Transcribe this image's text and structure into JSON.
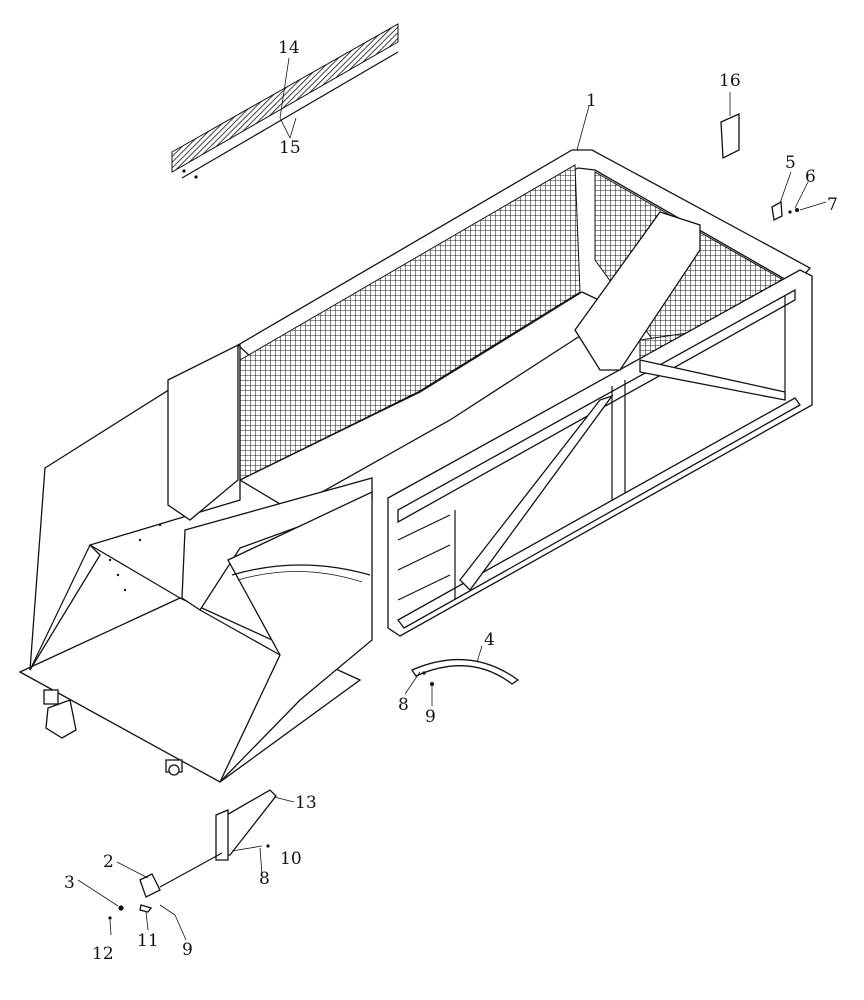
{
  "diagram": {
    "callouts": [
      {
        "id": "1",
        "text": "1"
      },
      {
        "id": "2",
        "text": "2"
      },
      {
        "id": "3",
        "text": "3"
      },
      {
        "id": "4",
        "text": "4"
      },
      {
        "id": "5",
        "text": "5"
      },
      {
        "id": "6",
        "text": "6"
      },
      {
        "id": "7",
        "text": "7"
      },
      {
        "id": "8a",
        "text": "8"
      },
      {
        "id": "8b",
        "text": "8"
      },
      {
        "id": "9a",
        "text": "9"
      },
      {
        "id": "9b",
        "text": "9"
      },
      {
        "id": "10",
        "text": "10"
      },
      {
        "id": "11",
        "text": "11"
      },
      {
        "id": "12",
        "text": "12"
      },
      {
        "id": "13",
        "text": "13"
      },
      {
        "id": "14",
        "text": "14"
      },
      {
        "id": "15",
        "text": "15"
      },
      {
        "id": "16",
        "text": "16"
      }
    ],
    "colors": {
      "line": "#111111",
      "background": "#ffffff"
    }
  }
}
